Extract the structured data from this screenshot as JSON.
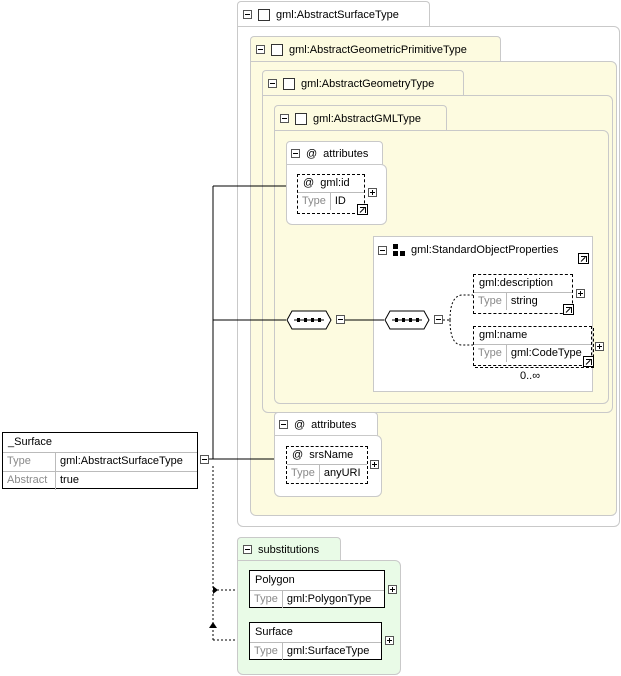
{
  "types": {
    "surface": "gml:AbstractSurfaceType",
    "geometric_primitive": "gml:AbstractGeometricPrimitiveType",
    "geometry": "gml:AbstractGeometryType",
    "gml": "gml:AbstractGMLType"
  },
  "attributes_label": "attributes",
  "at_symbol": "@",
  "type_key": "Type",
  "id_attr": {
    "name": "gml:id",
    "type": "ID"
  },
  "srs_attr": {
    "name": "srsName",
    "type": "anyURI"
  },
  "group": {
    "name": "gml:StandardObjectProperties"
  },
  "description": {
    "name": "gml:description",
    "type": "string"
  },
  "name_el": {
    "name": "gml:name",
    "type": "gml:CodeType",
    "occurs": "0..∞"
  },
  "surface_el": {
    "name": "_Surface",
    "type_key": "Type",
    "type_value": "gml:AbstractSurfaceType",
    "abstract_key": "Abstract",
    "abstract_value": "true"
  },
  "substitutions_label": "substitutions",
  "polygon": {
    "name": "Polygon",
    "type": "gml:PolygonType"
  },
  "surface_sub": {
    "name": "Surface",
    "type": "gml:SurfaceType"
  },
  "icons": [
    "minus-icon",
    "plus-icon",
    "checkbox-icon",
    "link-arrow-icon",
    "sequence-icon",
    "group-icon"
  ]
}
